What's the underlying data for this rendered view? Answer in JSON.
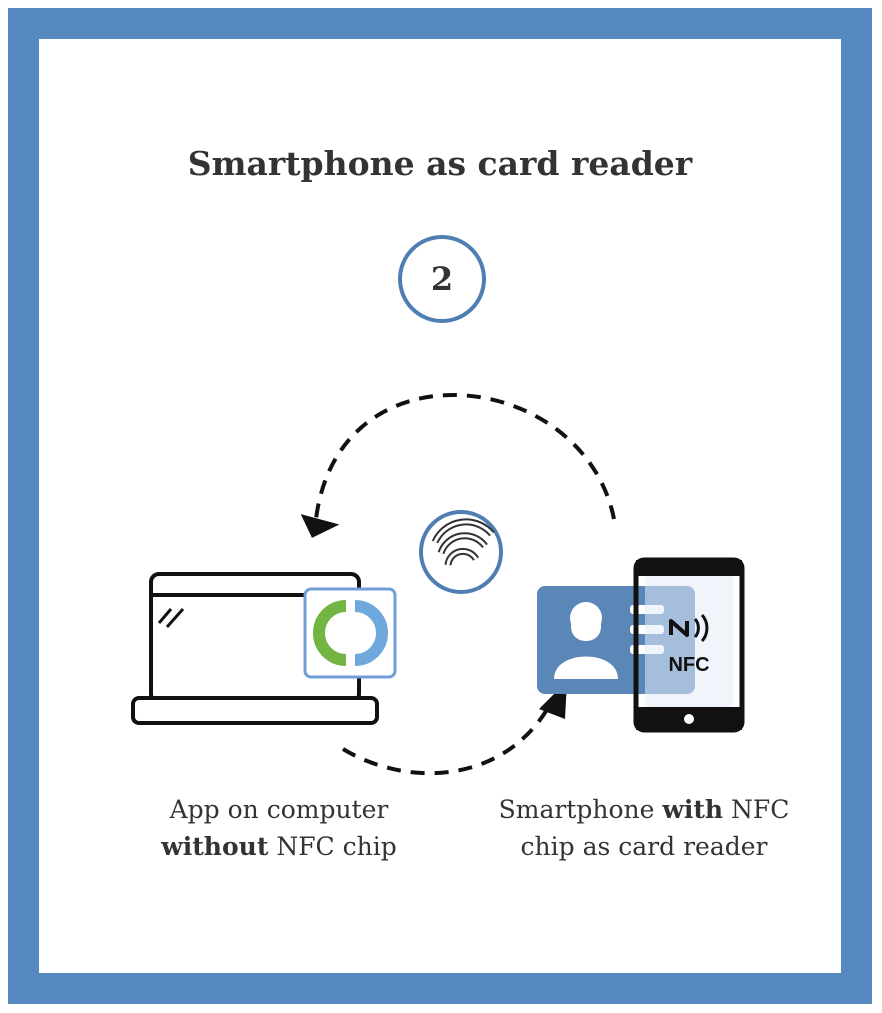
{
  "title": "Smartphone as card reader",
  "step_number": "2",
  "phone_badge": "NFC",
  "caption_left": {
    "line1": "App on computer",
    "line2_bold": "without",
    "line2_rest": " NFC chip"
  },
  "caption_right": {
    "line1_start": "Smartphone ",
    "line1_bold": "with",
    "line1_end": " NFC",
    "line2": "chip as card reader"
  },
  "colors": {
    "frame": "#5689c0",
    "accent_blue": "#4f7eb3",
    "id_card": "#5b86b8",
    "app_logo_green": "#72b542",
    "app_logo_blue": "#6fa8dc",
    "text": "#333333"
  },
  "icons": [
    "laptop-icon",
    "app-logo-icon",
    "wireless-signal-icon",
    "id-card-icon",
    "smartphone-icon",
    "nfc-icon"
  ]
}
